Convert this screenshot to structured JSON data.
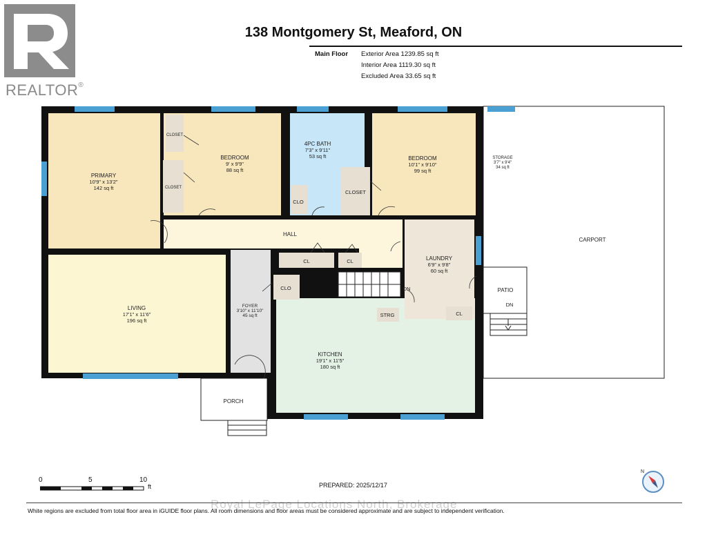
{
  "logo": {
    "text": "REALTOR",
    "reg": "®"
  },
  "title": "138 Montgomery St, Meaford, ON",
  "floor": {
    "label": "Main Floor",
    "exterior": "Exterior Area 1239.85 sq ft",
    "interior": "Interior Area 1119.30 sq ft",
    "excluded": "Excluded Area 33.65 sq ft"
  },
  "rooms": {
    "primary": {
      "name": "PRIMARY",
      "dims": "10'9\" x 13'2\"",
      "area": "142 sq ft"
    },
    "bedroom1": {
      "name": "BEDROOM",
      "dims": "9' x 9'9\"",
      "area": "88 sq ft"
    },
    "bath": {
      "name": "4PC BATH",
      "dims": "7'3\" x 9'11\"",
      "area": "53 sq ft"
    },
    "bedroom2": {
      "name": "BEDROOM",
      "dims": "10'1\" x 9'10\"",
      "area": "99 sq ft"
    },
    "storage": {
      "name": "STORAGE",
      "dims": "3'7\" x 9'4\"",
      "area": "34 sq ft"
    },
    "living": {
      "name": "LIVING",
      "dims": "17'1\" x 11'6\"",
      "area": "196 sq ft"
    },
    "foyer": {
      "name": "FOYER",
      "dims": "3'10\" x 11'10\"",
      "area": "45 sq ft"
    },
    "kitchen": {
      "name": "KITCHEN",
      "dims": "19'1\" x 11'5\"",
      "area": "180 sq ft"
    },
    "laundry": {
      "name": "LAUNDRY",
      "dims": "6'9\" x 9'8\"",
      "area": "60 sq ft"
    }
  },
  "labels": {
    "closet1": "CLOSET",
    "closet2": "CLOSET",
    "closet3": "CLOSET",
    "clo1": "CLO",
    "clo2": "CLO",
    "cl1": "CL",
    "cl2": "CL",
    "cl3": "CL",
    "strg": "STRG",
    "hall": "HALL",
    "carport": "CARPORT",
    "patio": "PATIO",
    "dn1": "DN",
    "dn2": "DN",
    "porch": "PORCH"
  },
  "scale": {
    "n0": "0",
    "n5": "5",
    "n10": "10",
    "unit": "ft"
  },
  "prepared": "PREPARED: 2025/12/17",
  "compass": {
    "north": "N"
  },
  "watermark": "Royal LePage Locations North, Brokerage",
  "footer": "White regions are excluded from total floor area in iGUIDE floor plans. All room dimensions and floor areas must be considered approximate and are subject to independent verification.",
  "colors": {
    "bedroom": "#f8e6bc",
    "bath": "#c7e6f7",
    "hall": "#fdf6dd",
    "living": "#fdf6d3",
    "kitchen": "#e4f2e6",
    "laundry": "#ede6d9",
    "closet": "#e6dfd2",
    "foyer": "#e2e2e2",
    "window": "#4a9fd3",
    "wall": "#111111"
  }
}
